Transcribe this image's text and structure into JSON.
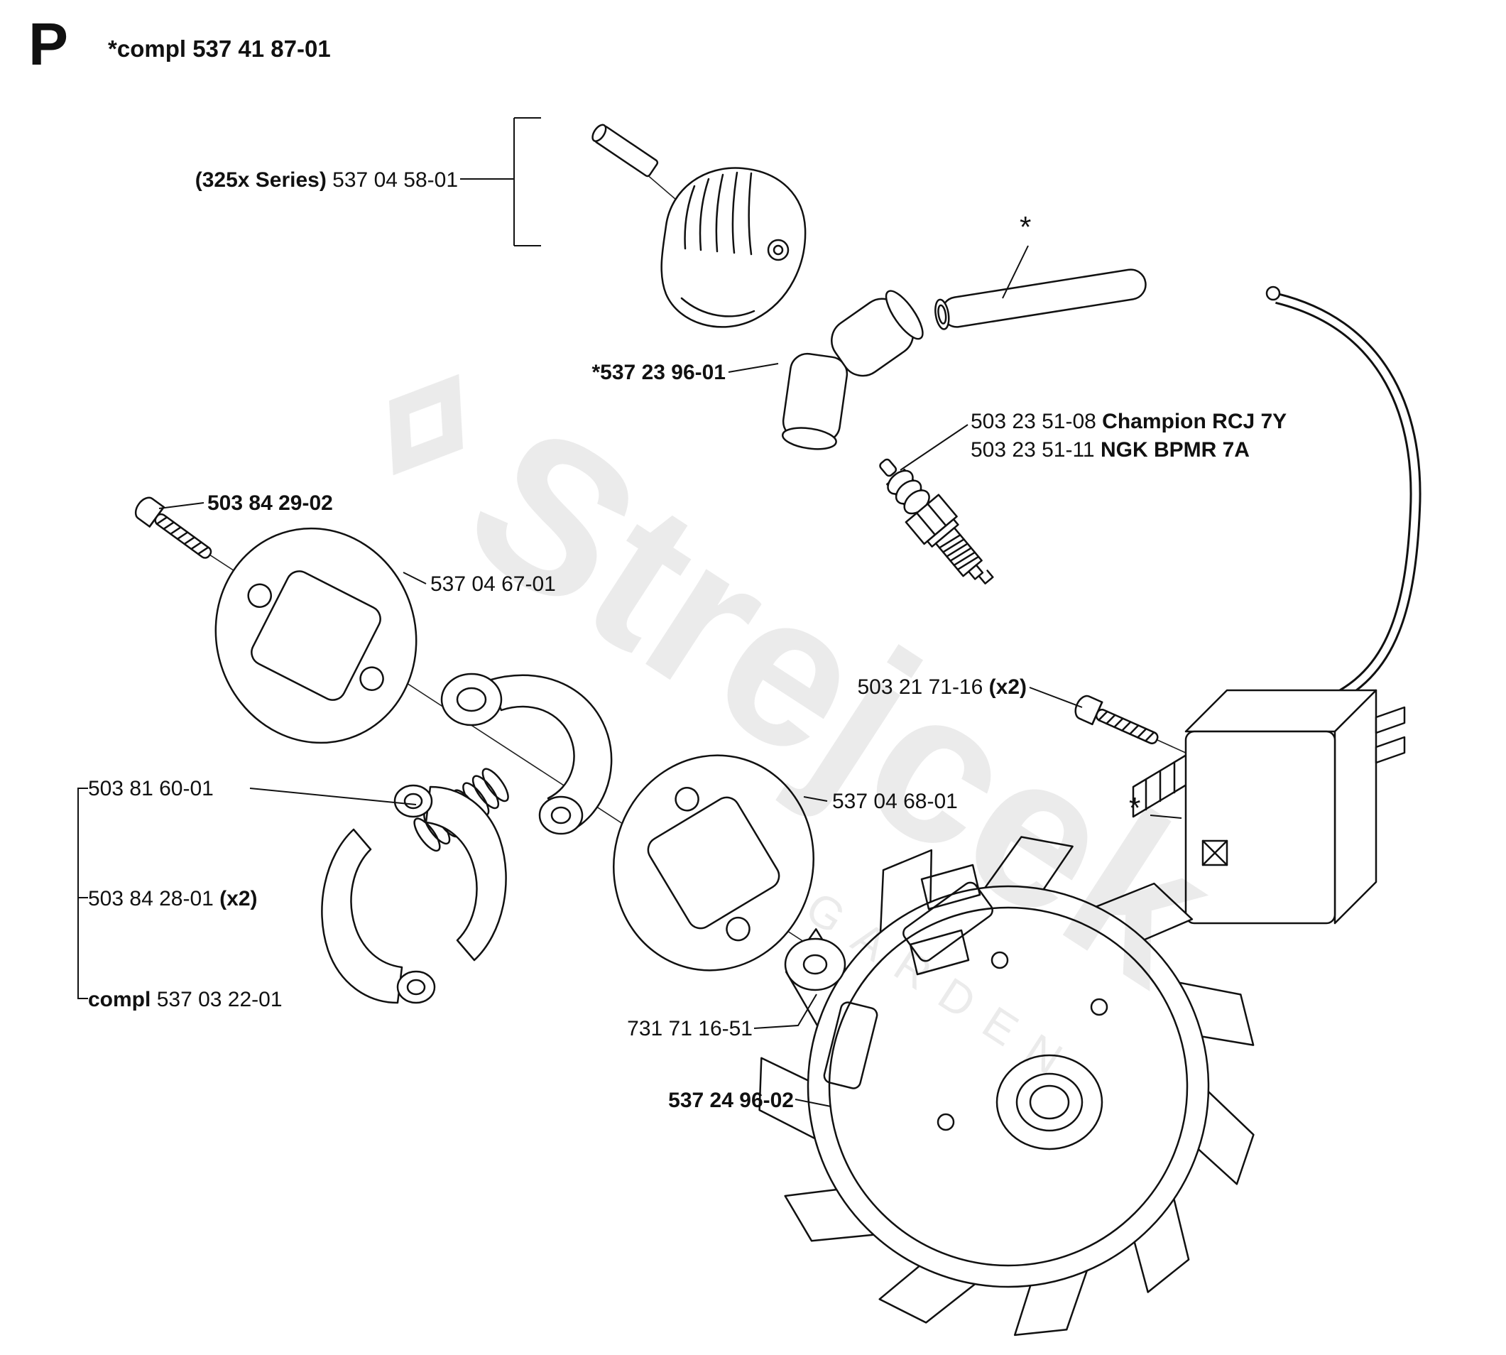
{
  "page": {
    "section_letter": "P",
    "title": "*compl 537 41 87-01"
  },
  "watermark": {
    "name": "Strejcek",
    "sub": "GARDEN"
  },
  "labels": {
    "starter_pawl": {
      "series": "(325x Series)",
      "part": " 537 04 58-01"
    },
    "plug_boot": "*537 23 96-01",
    "spark_plug_a": {
      "num": "503 23 51-08 ",
      "name": "Champion RCJ 7Y"
    },
    "spark_plug_b": {
      "num": "503 23 51-11 ",
      "name": "NGK BPMR 7A"
    },
    "screw": "503 84 29-02",
    "cover_plate_a": "537 04 67-01",
    "module_screw": {
      "num": "503 21 71-16 ",
      "qty": "(x2)"
    },
    "spring": "503 81 60-01",
    "clutch_shoes": {
      "num": "503 84 28-01 ",
      "qty": "(x2)"
    },
    "clutch_assembly": {
      "prefix": "compl",
      "part": " 537 03 22-01"
    },
    "cover_plate_b": "537 04 68-01",
    "washer": "731 71 16-51",
    "flywheel": "537 24 96-02",
    "asterisk": "*"
  }
}
